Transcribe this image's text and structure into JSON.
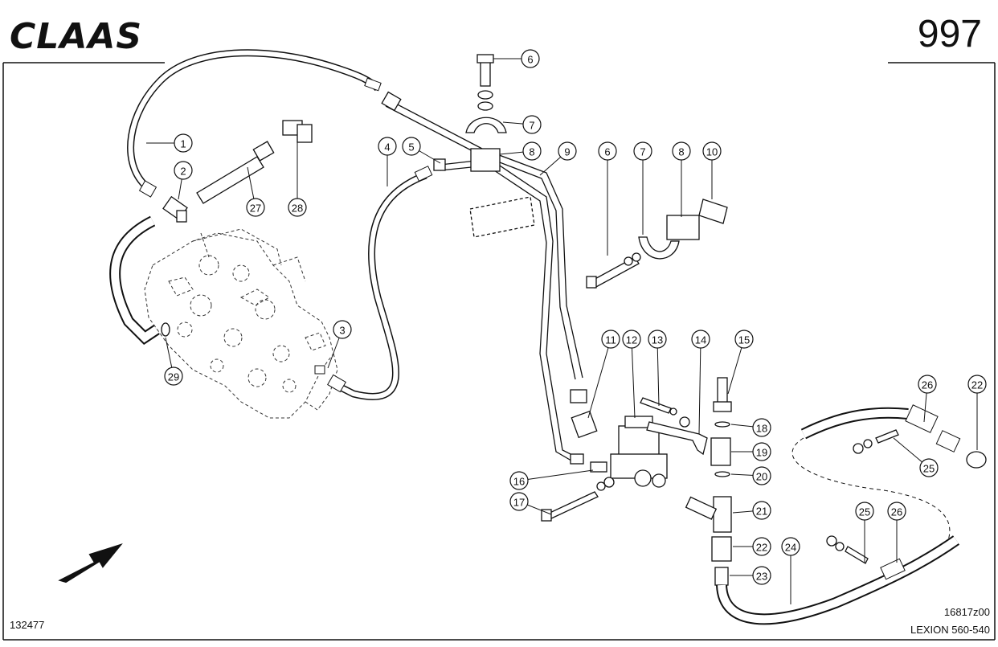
{
  "header": {
    "brand": "CLAAS",
    "page_number": "997"
  },
  "footer": {
    "doc_code": "132477",
    "drawing_id": "16817z00",
    "model": "LEXION 560-540"
  },
  "callouts": [
    {
      "num": "1"
    },
    {
      "num": "2"
    },
    {
      "num": "3"
    },
    {
      "num": "4"
    },
    {
      "num": "5"
    },
    {
      "num": "6"
    },
    {
      "num": "7"
    },
    {
      "num": "8"
    },
    {
      "num": "9"
    },
    {
      "num": "6"
    },
    {
      "num": "7"
    },
    {
      "num": "8"
    },
    {
      "num": "10"
    },
    {
      "num": "11"
    },
    {
      "num": "12"
    },
    {
      "num": "13"
    },
    {
      "num": "14"
    },
    {
      "num": "15"
    },
    {
      "num": "16"
    },
    {
      "num": "17"
    },
    {
      "num": "18"
    },
    {
      "num": "19"
    },
    {
      "num": "20"
    },
    {
      "num": "21"
    },
    {
      "num": "22"
    },
    {
      "num": "23"
    },
    {
      "num": "24"
    },
    {
      "num": "25"
    },
    {
      "num": "26"
    },
    {
      "num": "26"
    },
    {
      "num": "22"
    },
    {
      "num": "25"
    },
    {
      "num": "27"
    },
    {
      "num": "28"
    },
    {
      "num": "29"
    }
  ]
}
